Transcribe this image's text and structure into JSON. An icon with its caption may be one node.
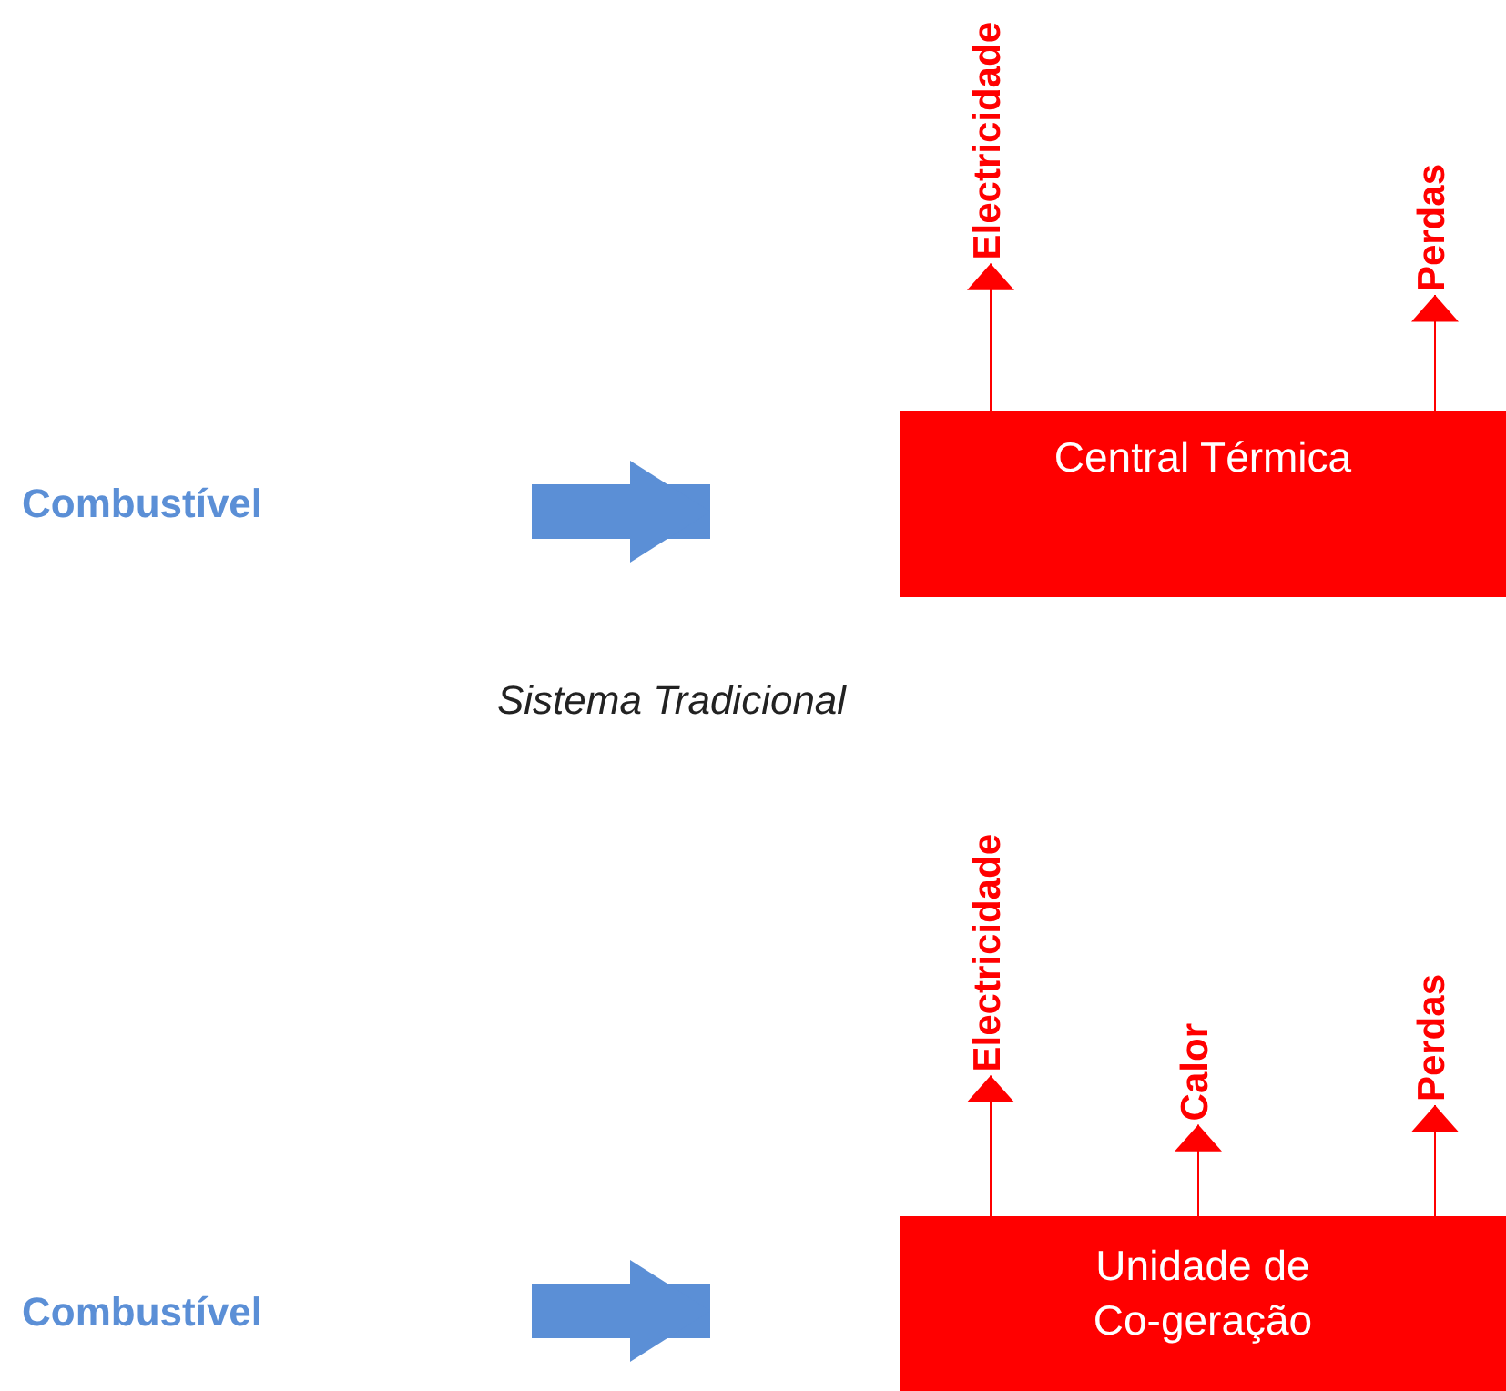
{
  "diagram": {
    "nodes": [
      {
        "text": [
          "Combustível"
        ]
      },
      {
        "text": [
          "Central Térmica"
        ]
      },
      {
        "text": [
          "Electricidade"
        ]
      },
      {
        "text": [
          "Perdas"
        ]
      },
      {
        "text": [
          "Combustível"
        ]
      },
      {
        "text": [
          "Unidade de Co-geração"
        ]
      },
      {
        "text": [
          "Electricidade"
        ]
      },
      {
        "text": [
          "Calor"
        ]
      },
      {
        "text": [
          "Perdas"
        ]
      }
    ],
    "edges": [
      {
        "from": null,
        "to": 1,
        "arrow": "to",
        "style": "thick",
        "color": "#5b8fd6"
      },
      {
        "from": 1,
        "to": 2,
        "arrow": "to"
      },
      {
        "from": 1,
        "to": 3,
        "arrow": "to"
      },
      {
        "from": null,
        "to": 5,
        "arrow": "to",
        "style": "thick",
        "color": "#5b8fd6"
      },
      {
        "from": 5,
        "to": 6,
        "arrow": "to"
      },
      {
        "from": 5,
        "to": 7,
        "arrow": "to"
      },
      {
        "from": 5,
        "to": 8,
        "arrow": "to"
      }
    ],
    "labels": [
      "Sistema Tradicional"
    ]
  }
}
